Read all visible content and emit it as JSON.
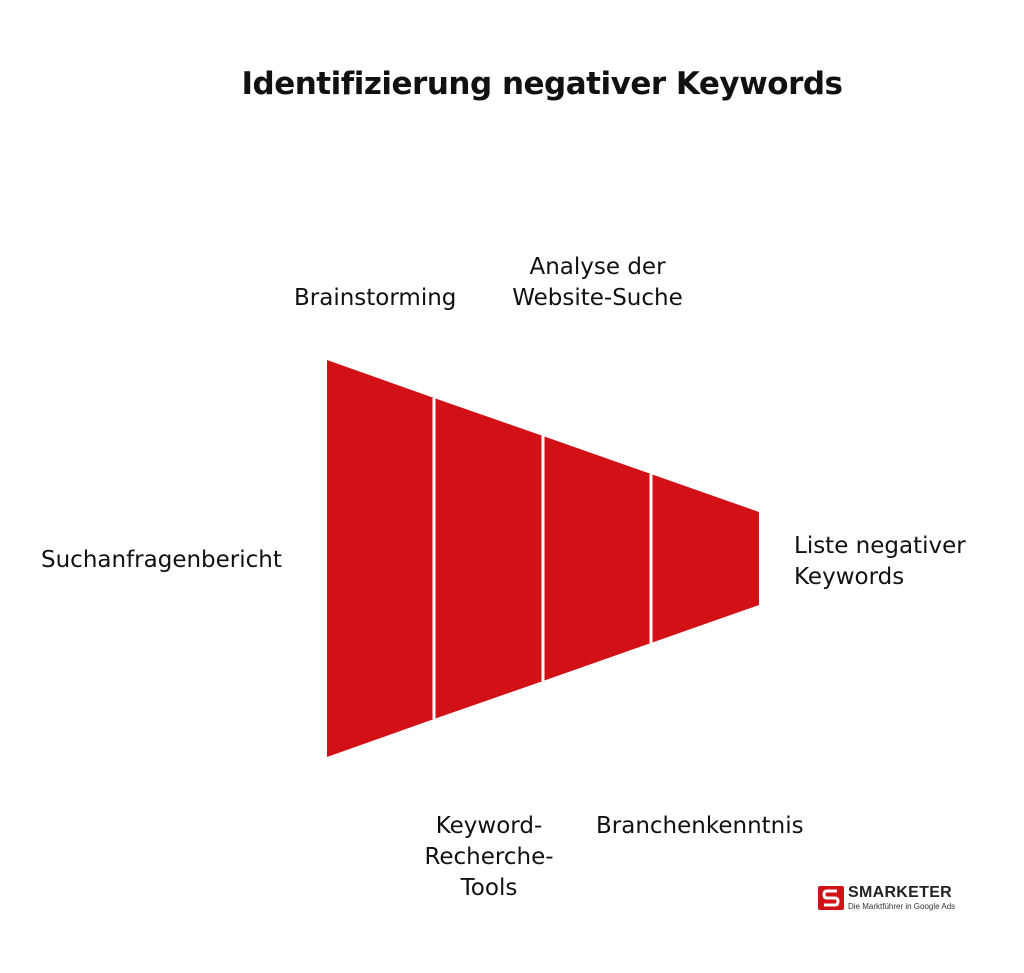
{
  "title": "Identifizierung negativer Keywords",
  "labels": {
    "suchanfragenbericht": "Suchanfragenbericht",
    "brainstorming": "Brainstorming",
    "analyse_line1": "Analyse der",
    "analyse_line2": "Website-Suche",
    "keyword_line1": "Keyword-",
    "keyword_line2": "Recherche-",
    "keyword_line3": "Tools",
    "branchenkenntnis": "Branchenkenntnis",
    "liste_line1": "Liste negativer",
    "liste_line2": "Keywords"
  },
  "funnel": {
    "fill_color": "#d11116",
    "divider_color": "#ffffff",
    "segments": 4
  },
  "logo": {
    "name": "SMARKETER",
    "tagline": "Die Marktführer in Google Ads",
    "color": "#d11116"
  }
}
